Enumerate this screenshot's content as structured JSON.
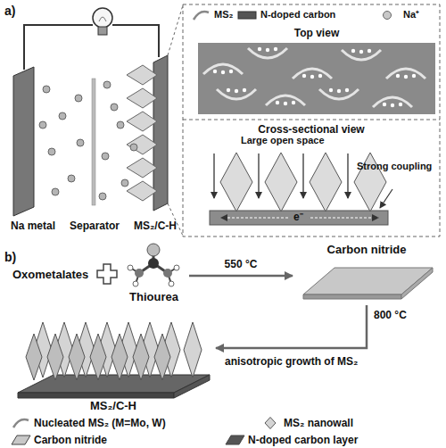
{
  "diagram": {
    "nodes": [
      {
        "text": [
          "Thiourea"
        ]
      },
      {
        "text": [
          "Carbon nitride"
        ]
      },
      {
        "text": [
          "MS₂/C-H"
        ]
      }
    ],
    "edges": [
      {
        "from": 0,
        "to": 1,
        "label": "550 °C",
        "arrow": "to"
      },
      {
        "from": 1,
        "to": 2,
        "label": "800 °C",
        "arrow": "to"
      }
    ],
    "labels": [
      "a)",
      "Na metal",
      "Separator",
      "MS₂/C-H",
      "Top view",
      "Cross-sectional view",
      "Large open space",
      "Strong coupling",
      "e⁻",
      "b)",
      "Oxometalates",
      "anisotropic growth of MS₂"
    ],
    "legend": [
      {
        "text": "MS₂"
      },
      {
        "text": "N-doped carbon",
        "color": "#555555"
      },
      {
        "text": "Na⁺"
      },
      {
        "text": "Nucleated MS₂ (M=Mo, W)"
      },
      {
        "text": "MS₂ nanowall"
      },
      {
        "text": "Carbon nitride",
        "color": "#c8c8c8"
      },
      {
        "text": "N-doped carbon layer",
        "color": "#555555"
      }
    ]
  }
}
